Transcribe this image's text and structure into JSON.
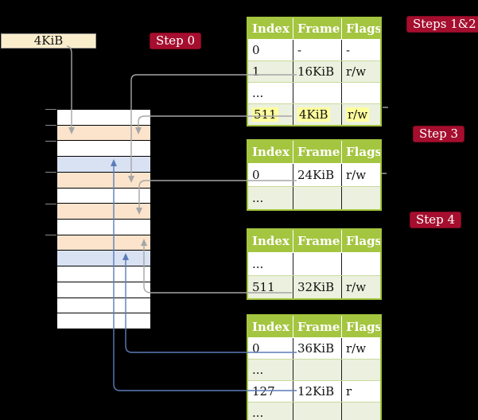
{
  "frame_box": {
    "label": "4KiB"
  },
  "step_labels": [
    {
      "id": "step-0",
      "text": "Step 0"
    },
    {
      "id": "steps-1-2",
      "text": "Steps 1&2"
    },
    {
      "id": "step-3",
      "text": "Step 3"
    },
    {
      "id": "step-4",
      "text": "Step 4"
    }
  ],
  "memory": {
    "rows": [
      "white",
      "peach",
      "white",
      "blue",
      "peach",
      "white",
      "peach",
      "white",
      "peach",
      "blue",
      "white",
      "white",
      "white",
      "white"
    ],
    "tick_row_boundaries": [
      0,
      1,
      2,
      4,
      6,
      8
    ]
  },
  "tables": [
    {
      "name": "page-table-steps-1-2",
      "headers": [
        "Index",
        "Frame",
        "Flags"
      ],
      "rows": [
        {
          "cells": [
            "0",
            "-",
            "-"
          ],
          "shaded": false,
          "highlight": false
        },
        {
          "cells": [
            "1",
            "16KiB",
            "r/w"
          ],
          "shaded": true,
          "highlight": false
        },
        {
          "cells": [
            "...",
            "",
            ""
          ],
          "shaded": false,
          "highlight": false
        },
        {
          "cells": [
            "511",
            "4KiB",
            "r/w"
          ],
          "shaded": true,
          "highlight": true
        }
      ]
    },
    {
      "name": "page-table-step-3",
      "headers": [
        "Index",
        "Frame",
        "Flags"
      ],
      "rows": [
        {
          "cells": [
            "0",
            "24KiB",
            "r/w"
          ],
          "shaded": false,
          "highlight": false
        },
        {
          "cells": [
            "...",
            "",
            ""
          ],
          "shaded": true,
          "highlight": false
        }
      ]
    },
    {
      "name": "page-table-step-4",
      "headers": [
        "Index",
        "Frame",
        "Flags"
      ],
      "rows": [
        {
          "cells": [
            "...",
            "",
            ""
          ],
          "shaded": false,
          "highlight": false
        },
        {
          "cells": [
            "511",
            "32KiB",
            "r/w"
          ],
          "shaded": true,
          "highlight": false
        }
      ]
    },
    {
      "name": "page-table-final",
      "headers": [
        "Index",
        "Frame",
        "Flags"
      ],
      "rows": [
        {
          "cells": [
            "0",
            "36KiB",
            "r/w"
          ],
          "shaded": false,
          "highlight": false
        },
        {
          "cells": [
            "...",
            "",
            ""
          ],
          "shaded": true,
          "highlight": false
        },
        {
          "cells": [
            "127",
            "12KiB",
            "r"
          ],
          "shaded": false,
          "highlight": false
        },
        {
          "cells": [
            "...",
            "",
            ""
          ],
          "shaded": true,
          "highlight": false
        }
      ]
    }
  ],
  "colors": {
    "background": "#000000",
    "table_header_green": "#a4c53f",
    "table_row_light_green": "#ebf1de",
    "memory_peach": "#fce4cc",
    "memory_light_blue": "#d9e2f3",
    "badge_crimson": "#a50e2e",
    "highlight_yellow": "#ffff9d",
    "frame_box_cream": "#faedcb",
    "gray_arrow": "#a6a6a6",
    "blue_arrow": "#5b7cb8"
  }
}
